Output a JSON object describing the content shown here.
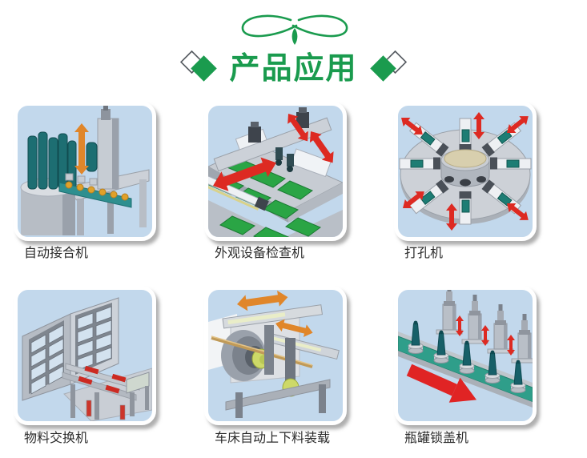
{
  "header": {
    "title": "产品应用",
    "accent_color": "#1a9b4e"
  },
  "icons": {
    "flourish": "infinity-leaf-flourish",
    "title_left_ornament": "diamond-pair",
    "title_right_ornament": "diamond-pair"
  },
  "products": [
    {
      "label": "自动接合机",
      "illustration": "auto-bonding-machine"
    },
    {
      "label": "外观设备检查机",
      "illustration": "appearance-inspection-machine"
    },
    {
      "label": "打孔机",
      "illustration": "punching-machine"
    },
    {
      "label": "物料交换机",
      "illustration": "material-exchange-machine"
    },
    {
      "label": "车床自动上下料装载",
      "illustration": "lathe-auto-load-unload"
    },
    {
      "label": "瓶罐锁盖机",
      "illustration": "bottle-capping-machine"
    }
  ],
  "colors": {
    "accent_green": "#1a9b4e",
    "card_background": "#c2d8ec",
    "card_border": "#ffffff",
    "label_text": "#2b2b2b",
    "arrow_red": "#dd2a22",
    "arrow_orange": "#e0862a",
    "machine_teal": "#1d6e72",
    "conveyor_teal": "#2f9e8a",
    "pcb_green": "#2aa545"
  }
}
